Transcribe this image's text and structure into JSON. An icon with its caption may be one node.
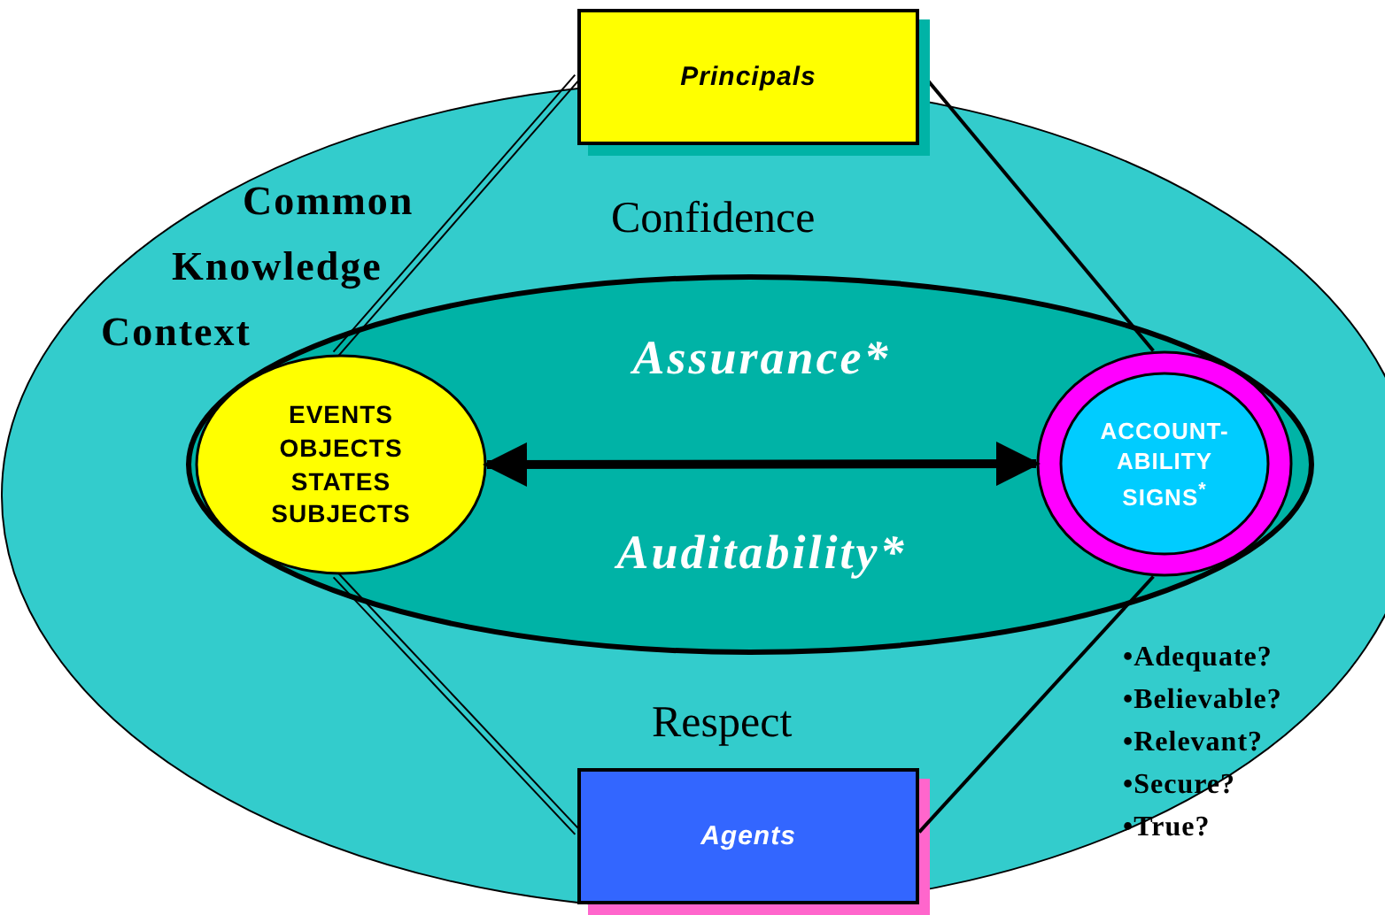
{
  "diagram": {
    "nodes": [
      {
        "text": [
          "Common Knowledge Context",
          "Confidence",
          "Respect"
        ]
      },
      {
        "text": [
          "Assurance*",
          "Auditability*"
        ],
        "in": 0
      },
      {
        "text": [
          "Principals"
        ]
      },
      {
        "text": [
          "EVENTS OBJECTS STATES SUBJECTS"
        ],
        "in": 1
      },
      {
        "text": [
          "ACCOUNT- ABILITY SIGNS$^{*}$"
        ],
        "in": 1
      },
      {
        "text": [
          "Agents"
        ],
        "in": 0
      }
    ],
    "edges": [
      {
        "from": 2,
        "to": 3,
        "arrow": "none"
      },
      {
        "from": 3,
        "to": 5,
        "arrow": "none"
      },
      {
        "from": 2,
        "to": 4,
        "arrow": "none"
      },
      {
        "from": 4,
        "to": 5,
        "arrow": "none"
      },
      {
        "from": 3,
        "to": 4,
        "arrow": "both",
        "style": "thick"
      }
    ],
    "labels": [
      "•Adequate?",
      "•Believable?",
      "•Relevant?",
      "•Secure?",
      "•True?"
    ]
  }
}
